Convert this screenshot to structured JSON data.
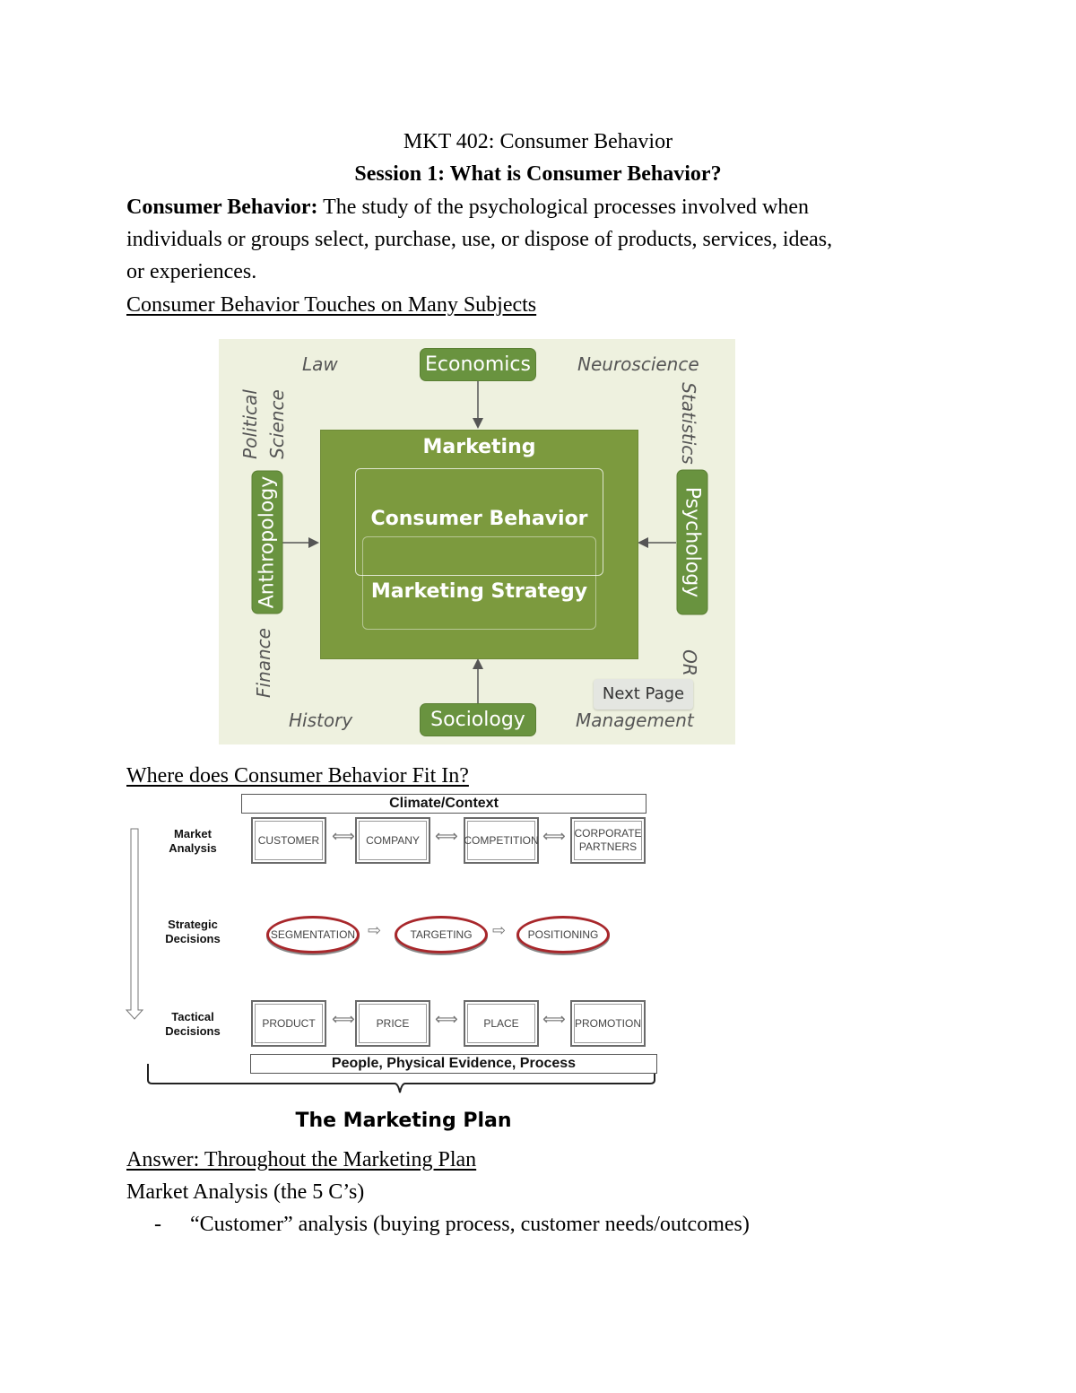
{
  "header": {
    "course_title": "MKT 402: Consumer Behavior",
    "session_title": "Session 1: What is Consumer Behavior?"
  },
  "definition": {
    "term": "Consumer Behavior:",
    "line1": " The study of the psychological processes involved when",
    "line2": "individuals or groups select, purchase, use, or dispose of products, services, ideas,",
    "line3": "or experiences."
  },
  "section1_heading": "Consumer Behavior Touches on Many Subjects",
  "figure1": {
    "top": "Economics",
    "left": "Anthropology",
    "right": "Psychology",
    "bottom": "Sociology",
    "outer_box": "Marketing",
    "inner_top": "Consumer Behavior",
    "inner_bottom": "Marketing Strategy",
    "italic": {
      "law": "Law",
      "neuroscience": "Neuroscience",
      "political": "Political",
      "science": "Science",
      "statistics": "Statistics",
      "finance": "Finance",
      "or": "OR",
      "history": "History",
      "management": "Management"
    },
    "next_page_button": "Next Page"
  },
  "section2_heading": "Where does Consumer Behavior Fit In?",
  "figure2": {
    "context_bar": "Climate/Context",
    "rows": {
      "market_analysis": {
        "label_line1": "Market",
        "label_line2": "Analysis",
        "items": [
          "CUSTOMER",
          "COMPANY",
          "COMPETITION",
          "CORPORATE PARTNERS"
        ]
      },
      "strategic": {
        "label_line1": "Strategic",
        "label_line2": "Decisions",
        "items": [
          "SEGMENTATION",
          "TARGETING",
          "POSITIONING"
        ]
      },
      "tactical": {
        "label_line1": "Tactical",
        "label_line2": "Decisions",
        "items": [
          "PRODUCT",
          "PRICE",
          "PLACE",
          "PROMOTION"
        ]
      }
    },
    "bottom_bar": "People, Physical Evidence, Process",
    "plan_label": "The Marketing Plan"
  },
  "answer_heading": "Answer: Throughout the Marketing Plan",
  "market_analysis_heading": "Market Analysis (the 5 C’s)",
  "bullets": [
    {
      "marker": "-",
      "text": "“Customer” analysis (buying process, customer needs/outcomes)"
    }
  ],
  "colors": {
    "green_dark": "#69933f",
    "green_box": "#7c9a3e",
    "figure_bg": "#eef1df",
    "oval_red": "#a8272b"
  }
}
